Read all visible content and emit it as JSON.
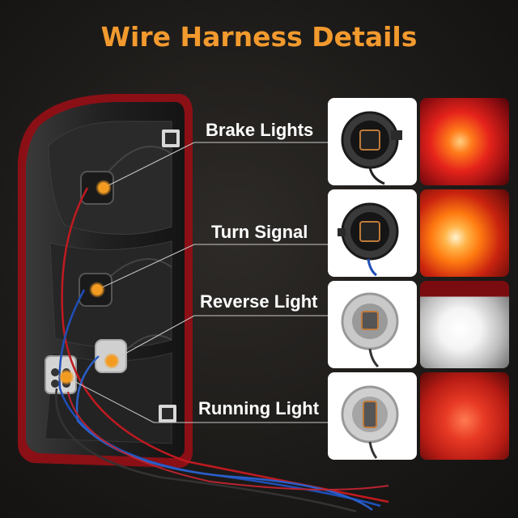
{
  "title": "Wire Harness Details",
  "colors": {
    "title": "#f29a2e",
    "leader": "#c9c9c9",
    "dot": "#f39a1f"
  },
  "rows": [
    {
      "label": "Brake Lights",
      "light_color": "#e5231b"
    },
    {
      "label": "Turn Signal",
      "light_color": "#ff7a10"
    },
    {
      "label": "Reverse Light",
      "light_color": "#ffffff"
    },
    {
      "label": "Running Light",
      "light_color": "#d82a1c"
    }
  ]
}
